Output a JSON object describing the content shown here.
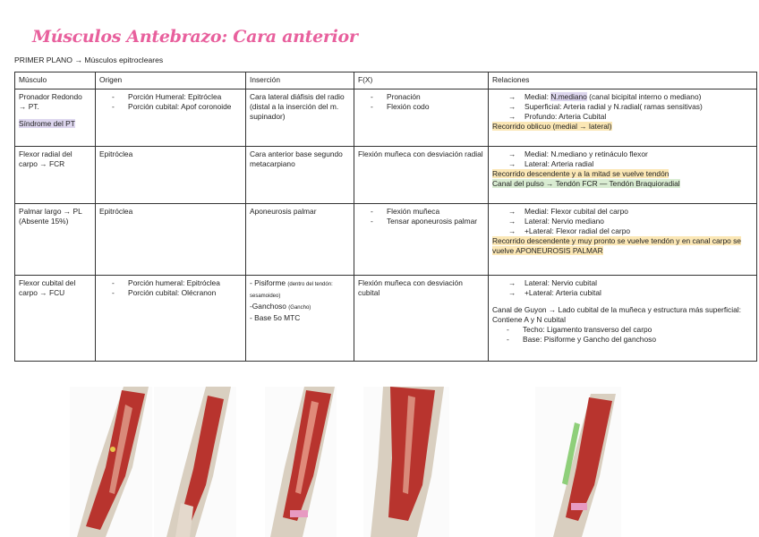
{
  "title": "Músculos Antebrazo: Cara anterior",
  "subtitle": "PRIMER PLANO → Músculos epitrocleares",
  "headers": [
    "Músculo",
    "Origen",
    "Inserción",
    "F(X)",
    "Relaciones"
  ],
  "rows": [
    {
      "muscle": "Pronador Redondo → PT.",
      "muscle_note": "Síndrome del PT",
      "origin": [
        "Porción Humeral: Epitróclea",
        "Porción cubital: Apof coronoide"
      ],
      "insertion": "Cara lateral diáfisis del radio (distal a la inserción del m. supinador)",
      "function": [
        "Pronación",
        "Flexión codo"
      ],
      "relations": {
        "r1_pre": "Medial: ",
        "r1_hl": "N.mediano",
        "r1_post": " (canal bicipital interno o mediano)",
        "r2": "Superficial: Arteria radial y N.radial( ramas sensitivas)",
        "r3": "Profundo: Arteria Cubital",
        "note": "Recorrido oblicuo (medial → lateral)"
      }
    },
    {
      "muscle": "Flexor radial del carpo → FCR",
      "origin_text": "Epitróclea",
      "insertion": "Cara anterior base segundo metacarpiano",
      "function_text": "Flexión muñeca con desviación radial",
      "relations": {
        "r1": "Medial: N.mediano y retináculo flexor",
        "r2": "Lateral: Arteria radial",
        "note1": "Recorrido descendente y a la mitad se vuelve tendón",
        "note2": "Canal del pulso → Tendón FCR — Tendón Braquioradial"
      }
    },
    {
      "muscle": "Palmar largo → PL",
      "muscle_note": "(Absente 15%)",
      "origin_text": "Epitróclea",
      "insertion": "Aponeurosis palmar",
      "function": [
        "Flexión muñeca",
        "Tensar aponeurosis palmar"
      ],
      "relations": {
        "r1": "Medial: Flexor cubital del carpo",
        "r2": "Lateral: Nervio mediano",
        "r3": "+Lateral: Flexor radial del carpo",
        "note": "Recorrido descendente y muy pronto se vuelve tendón y en canal carpo se vuelve APONEUROSIS PALMAR"
      }
    },
    {
      "muscle": "Flexor cubital del carpo → FCU",
      "origin": [
        "Porción humeral: Epitróclea",
        "Porción cubital: Olécranon"
      ],
      "ins1": "- Pisiforme",
      "ins1_small": "(dentro del tendón: sesamoideo)",
      "ins2": "-Ganchoso",
      "ins2_small": "(Gancho)",
      "ins3": "- Base 5o MTC",
      "function_text": "Flexión muñeca con desviación cubital",
      "relations": {
        "r1": "Lateral: Nervio cubital",
        "r2": "+Lateral: Arteria cubital",
        "para": "Canal de Guyon → Lado cubital de la muñeca y estructura más superficial: Contiene A y N cubital",
        "s1": "Techo: Ligamento transverso del carpo",
        "s2": "Base: Pisiforme y Gancho del ganchoso"
      }
    }
  ],
  "colors": {
    "title": "#e8609d",
    "highlight_purple": "#ddd6ee",
    "highlight_yellow": "#fbe7b5",
    "highlight_green": "#d9ecd2",
    "muscle_red": "#b8342e",
    "bone": "#d9cfc0"
  }
}
